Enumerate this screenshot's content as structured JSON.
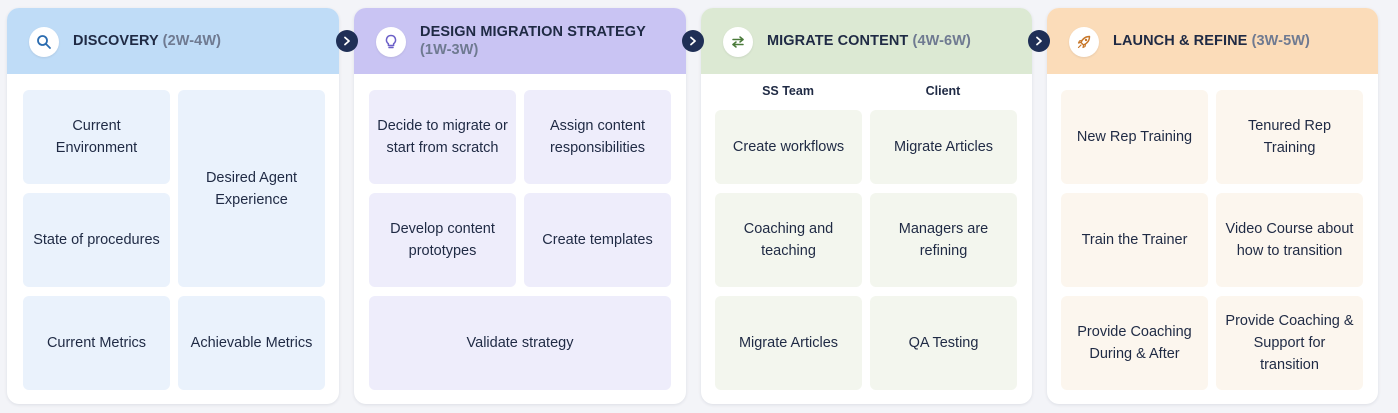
{
  "columns": [
    {
      "title": "DISCOVERY",
      "duration": "(2W-4W)",
      "icon": "search-icon",
      "items": [
        "Current Environment",
        "Desired Agent Experience",
        "State of procedures",
        "Current Metrics",
        "Achievable Metrics"
      ]
    },
    {
      "title": "DESIGN MIGRATION STRATEGY",
      "duration": "(1W-3W)",
      "icon": "lightbulb-icon",
      "items": [
        "Decide to migrate or start from scratch",
        "Assign content responsibilities",
        "Develop content prototypes",
        "Create templates",
        "Validate strategy"
      ]
    },
    {
      "title": "MIGRATE CONTENT",
      "duration": "(4W-6W)",
      "icon": "swap-arrows-icon",
      "team_labels": [
        "SS Team",
        "Client"
      ],
      "items": [
        "Create workflows",
        "Migrate Articles",
        "Coaching and teaching",
        "Managers are refining",
        "Migrate Articles",
        "QA Testing"
      ]
    },
    {
      "title": "LAUNCH & REFINE",
      "duration": "(3W-5W)",
      "icon": "rocket-icon",
      "items": [
        "New Rep Training",
        "Tenured Rep Training",
        "Train the Trainer",
        "Video Course about how to transition",
        "Provide Coaching During & After",
        "Provide Coaching & Support for transition"
      ]
    }
  ],
  "colors": {
    "discovery_header": "#bfdcf7",
    "design_header": "#c9c4f3",
    "migrate_header": "#dce9d3",
    "launch_header": "#fbdcb9",
    "connector": "#1f2f56"
  }
}
